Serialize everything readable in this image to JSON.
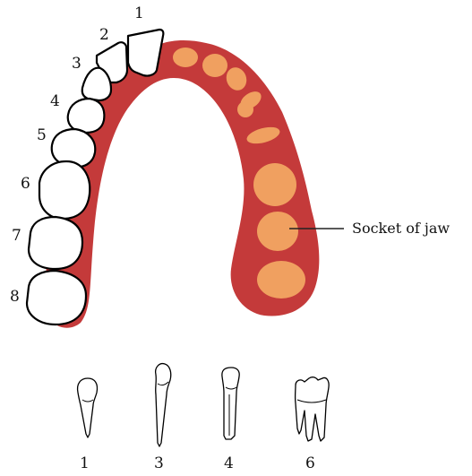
{
  "arch": {
    "tooth_numbers": [
      "1",
      "2",
      "3",
      "4",
      "5",
      "6",
      "7",
      "8"
    ],
    "socket_label": "Socket of jaw"
  },
  "tooth_types": {
    "labels": [
      "1",
      "3",
      "4",
      "6"
    ]
  },
  "colors": {
    "gum": "#c43a3a",
    "socket": "#f0a060",
    "tooth": "#ffffff",
    "outline": "#000000"
  }
}
